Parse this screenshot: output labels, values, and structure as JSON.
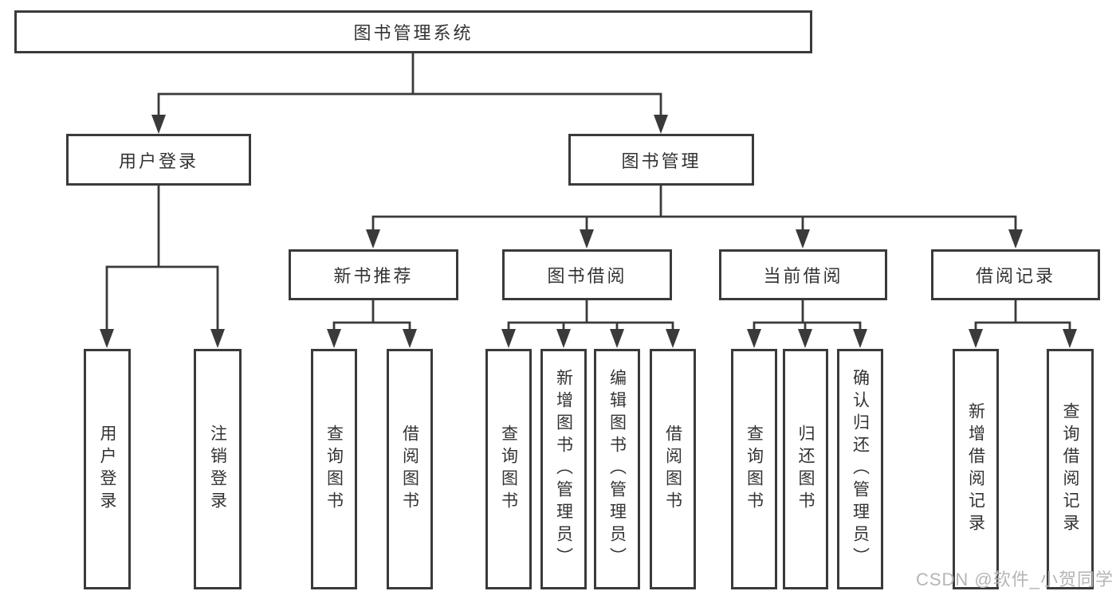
{
  "diagram": {
    "type": "hierarchy-structure-diagram",
    "title": "图书管理系统",
    "watermark": "CSDN @软件_小贺同学",
    "colors": {
      "line": "#3a3a3a",
      "text": "#333333",
      "background": "#ffffff",
      "watermark": "#b5b5b5"
    },
    "nodes": {
      "root": {
        "label": "图书管理系统"
      },
      "user_login": {
        "label": "用户登录"
      },
      "book_management": {
        "label": "图书管理"
      },
      "new_book_recommend": {
        "label": "新书推荐"
      },
      "book_borrowing": {
        "label": "图书借阅"
      },
      "current_borrowing": {
        "label": "当前借阅"
      },
      "borrowing_records": {
        "label": "借阅记录"
      },
      "leaf_user_login": {
        "label": "用户登录"
      },
      "leaf_logout": {
        "label": "注销登录"
      },
      "leaf_nbr_query_books": {
        "label": "查询图书"
      },
      "leaf_nbr_borrow_books": {
        "label": "借阅图书"
      },
      "leaf_bb_query_books": {
        "label": "查询图书"
      },
      "leaf_bb_add_books": {
        "label": "新增图书（管理员）"
      },
      "leaf_bb_edit_books": {
        "label": "编辑图书（管理员）"
      },
      "leaf_bb_borrow_books": {
        "label": "借阅图书"
      },
      "leaf_cb_query_books": {
        "label": "查询图书"
      },
      "leaf_cb_return_books": {
        "label": "归还图书"
      },
      "leaf_cb_confirm_return": {
        "label": "确认归还（管理员）"
      },
      "leaf_br_add_record": {
        "label": "新增借阅记录"
      },
      "leaf_br_query_record": {
        "label": "查询借阅记录"
      }
    },
    "tree": {
      "图书管理系统": {
        "用户登录": [
          "用户登录",
          "注销登录"
        ],
        "图书管理": {
          "新书推荐": [
            "查询图书",
            "借阅图书"
          ],
          "图书借阅": [
            "查询图书",
            "新增图书（管理员）",
            "编辑图书（管理员）",
            "借阅图书"
          ],
          "当前借阅": [
            "查询图书",
            "归还图书",
            "确认归还（管理员）"
          ],
          "借阅记录": [
            "新增借阅记录",
            "查询借阅记录"
          ]
        }
      }
    }
  }
}
